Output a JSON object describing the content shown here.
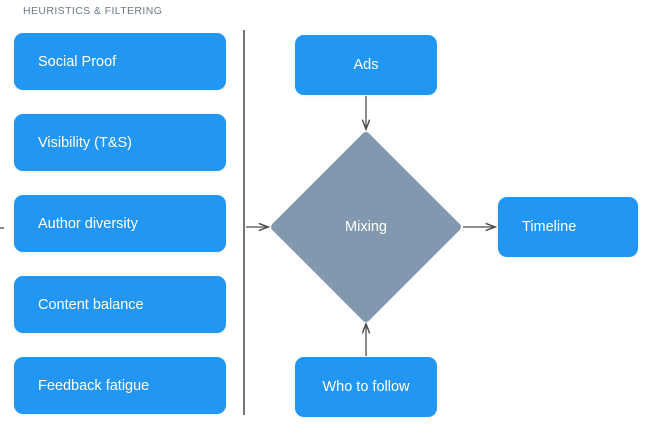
{
  "diagram": {
    "title_visible": false,
    "colors": {
      "box_blue": "#2196f3",
      "diamond_gray": "#8198ae",
      "divider_gray": "#70777c",
      "header_text": "#6b7a86",
      "box_text": "#ffffff",
      "arrow": "#4d4d4d",
      "background": "#ffffff"
    },
    "left_panel": {
      "header": "HEURISTICS & FILTERING",
      "items": [
        {
          "label": "Social Proof"
        },
        {
          "label": "Visibility (T&S)"
        },
        {
          "label": "Author diversity"
        },
        {
          "label": "Content balance"
        },
        {
          "label": "Feedback fatigue"
        }
      ]
    },
    "flow": {
      "ads": {
        "label": "Ads"
      },
      "mixing": {
        "label": "Mixing",
        "shape": "diamond"
      },
      "timeline": {
        "label": "Timeline"
      },
      "who_to_follow": {
        "label": "Who to follow"
      }
    },
    "connectors": [
      {
        "name": "heuristics-to-mixing",
        "from": "heuristics-divider",
        "to": "mixing",
        "direction": "right"
      },
      {
        "name": "ads-to-mixing",
        "from": "ads",
        "to": "mixing",
        "direction": "down"
      },
      {
        "name": "who-to-follow-to-mixing",
        "from": "who-to-follow",
        "to": "mixing",
        "direction": "up"
      },
      {
        "name": "mixing-to-timeline",
        "from": "mixing",
        "to": "timeline",
        "direction": "right"
      }
    ]
  }
}
